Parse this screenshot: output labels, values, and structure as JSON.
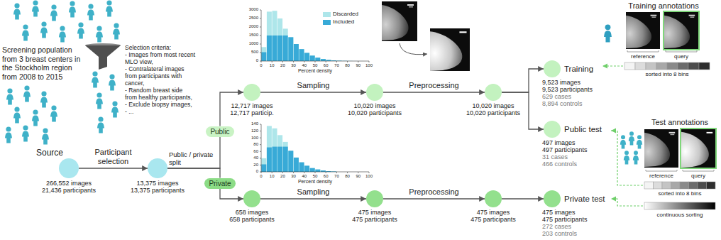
{
  "diagram": {
    "nodes": [
      {
        "text": [
          "Source",
          "266,552 images",
          "21,436 participants"
        ]
      },
      {
        "text": [
          "13,375 images",
          "13,375 participants"
        ]
      },
      {
        "text": [
          "Public"
        ]
      },
      {
        "text": [
          "Private"
        ]
      },
      {
        "text": [
          "12,717 images",
          "12,717 particip."
        ]
      },
      {
        "text": [
          "10,020 images",
          "10,020 participants"
        ]
      },
      {
        "text": [
          "10,020 images",
          "10,020 participants"
        ]
      },
      {
        "text": [
          "Training",
          "9,523 images",
          "9,523 participants",
          "629 cases",
          "8,894 controls"
        ]
      },
      {
        "text": [
          "Public test",
          "497 images",
          "497 participants",
          "31 cases",
          "466 controls"
        ]
      },
      {
        "text": [
          "658 images",
          "658 participants"
        ]
      },
      {
        "text": [
          "475 images",
          "475 participants"
        ]
      },
      {
        "text": [
          "475 images",
          "475 participants"
        ]
      },
      {
        "text": [
          "Private test",
          "475 images",
          "475 participants",
          "272 cases",
          "203 controls"
        ]
      }
    ],
    "edges": [
      {
        "from": 0,
        "to": 1,
        "label": "Participant selection",
        "arrow": "to"
      },
      {
        "from": 1,
        "to": 2,
        "arrow": "none"
      },
      {
        "from": 2,
        "to": 4,
        "arrow": "to"
      },
      {
        "from": 1,
        "to": 3,
        "arrow": "none"
      },
      {
        "from": 3,
        "to": 9,
        "arrow": "to"
      },
      {
        "from": 4,
        "to": 5,
        "label": "Sampling",
        "arrow": "to"
      },
      {
        "from": 5,
        "to": 6,
        "label": "Preprocessing",
        "arrow": "to"
      },
      {
        "from": 6,
        "to": 7,
        "arrow": "to"
      },
      {
        "from": 6,
        "to": 8,
        "arrow": "to"
      },
      {
        "from": 9,
        "to": 10,
        "label": "Sampling",
        "arrow": "to"
      },
      {
        "from": 10,
        "to": 11,
        "label": "Preprocessing",
        "arrow": "to"
      },
      {
        "from": 11,
        "to": 12,
        "arrow": "to"
      }
    ],
    "labels": [
      "Screening population from 3 breast centers in the Stockholm region from 2008 to 2015",
      "Selection criteria:",
      "- Images from most recent MLO view,",
      "- Contralateral images from participants with cancer,",
      "- Random breast side from healthy participants,",
      "- Exclude biopsy images,",
      "- ...",
      "Public / private split",
      "0",
      "500",
      "1000",
      "1500",
      "2000",
      "2500",
      "3000",
      "0",
      "10",
      "20",
      "30",
      "40",
      "50",
      "60",
      "70",
      "80",
      "90",
      "100",
      "Percent density",
      "0",
      "20",
      "40",
      "60",
      "80",
      "100",
      "120",
      "140",
      "0",
      "10",
      "20",
      "30",
      "40",
      "50",
      "60",
      "70",
      "80",
      "90",
      "100",
      "Percent density",
      "Training annotations",
      "reference",
      "query",
      "sorted into 8 bins",
      "Test annotations",
      "reference",
      "query",
      "sorted into 8 bins",
      "continuous sorting"
    ],
    "legend": [
      {
        "text": "Discarded",
        "color": "#aee6ea"
      },
      {
        "text": "Included",
        "color": "#38aad7"
      }
    ]
  }
}
